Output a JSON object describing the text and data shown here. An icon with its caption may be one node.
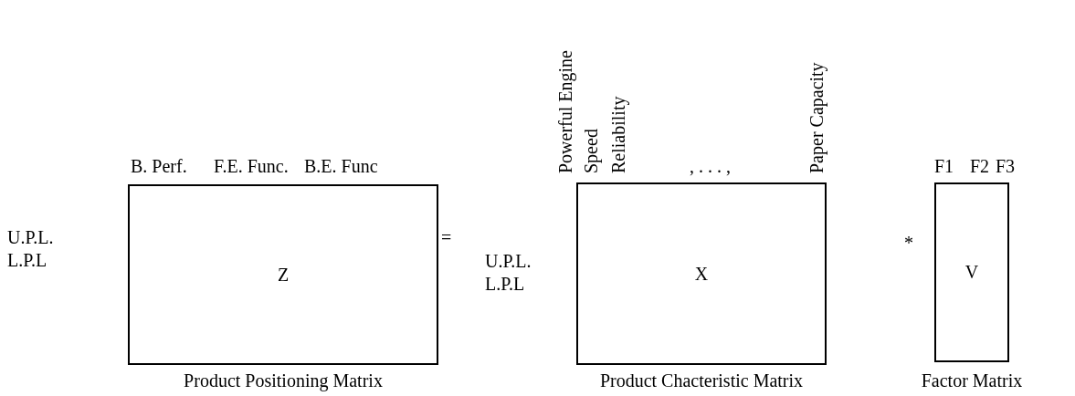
{
  "diagram": {
    "nodes": [
      {
        "text": [
          "Z"
        ],
        "beside": [
          "Product Positioning Matrix"
        ]
      },
      {
        "text": [
          "X"
        ],
        "beside": [
          "Product Chacteristic Matrix"
        ]
      },
      {
        "text": [
          "V"
        ],
        "beside": [
          "Factor Matrix"
        ]
      }
    ],
    "labels": [
      "B. Perf.",
      "F.E. Func.",
      "B.E. Func",
      "U.P.L.",
      "L.P.L",
      "=",
      "U.P.L.",
      "L.P.L",
      "Powerful Engine",
      "Speed",
      "Reliability",
      ", . . . ,",
      "Paper Capacity",
      "F1",
      "F2",
      "F3",
      "*"
    ]
  }
}
